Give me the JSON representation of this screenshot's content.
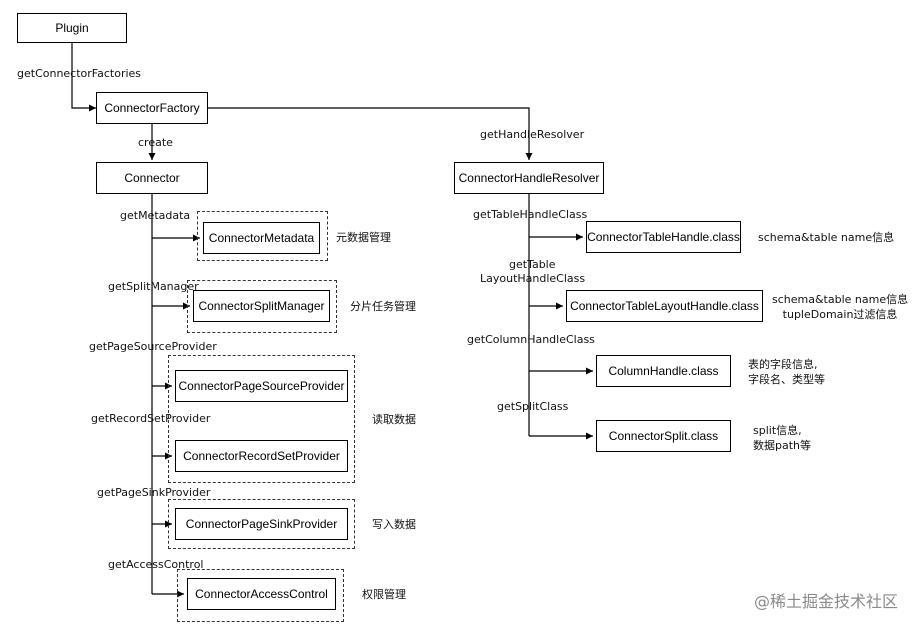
{
  "nodes": {
    "plugin": "Plugin",
    "connector_factory": "ConnectorFactory",
    "connector": "Connector",
    "connector_metadata": "ConnectorMetadata",
    "connector_split_manager": "ConnectorSplitManager",
    "connector_page_source_provider": "ConnectorPageSourceProvider",
    "connector_record_set_provider": "ConnectorRecordSetProvider",
    "connector_page_sink_provider": "ConnectorPageSinkProvider",
    "connector_access_control": "ConnectorAccessControl",
    "connector_handle_resolver": "ConnectorHandleResolver",
    "connector_table_handle": "ConnectorTableHandle.class",
    "connector_table_layout_handle": "ConnectorTableLayoutHandle.class",
    "column_handle": "ColumnHandle.class",
    "connector_split": "ConnectorSplit.class"
  },
  "edge_labels": {
    "get_connector_factories": "getConnectorFactories",
    "create": "create",
    "get_handle_resolver": "getHandleResolver",
    "get_metadata": "getMetadata",
    "get_split_manager": "getSplitManager",
    "get_page_source_provider": "getPageSourceProvider",
    "get_record_set_provider": "getRecordSetProvider",
    "get_page_sink_provider": "getPageSinkProvider",
    "get_access_control": "getAccessControl",
    "get_table_handle_class": "getTableHandleClass",
    "get_table_layout_handle_class_line1": "getTable",
    "get_table_layout_handle_class_line2": "LayoutHandleClass",
    "get_column_handle_class": "getColumnHandleClass",
    "get_split_class": "getSplitClass"
  },
  "notes": {
    "metadata_note": "元数据管理",
    "split_manager_note": "分片任务管理",
    "read_note": "读取数据",
    "write_note": "写入数据",
    "access_note": "权限管理",
    "table_handle_note": "schema&table name信息",
    "table_layout_note_line1": "schema&table name信息",
    "table_layout_note_line2": "tupleDomain过滤信息",
    "column_note_line1": "表的字段信息,",
    "column_note_line2": "字段名、类型等",
    "split_note_line1": "split信息,",
    "split_note_line2": "数据path等"
  },
  "watermark": "@稀土掘金技术社区"
}
